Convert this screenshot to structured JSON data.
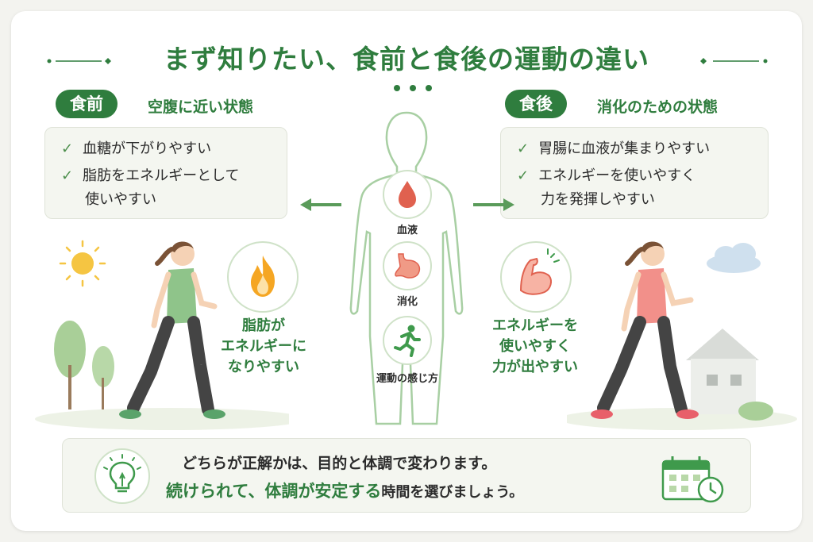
{
  "title": "まず知りたい、食前と食後の運動の違い",
  "before": {
    "tag": "食前",
    "subtitle": "空腹に近い状態",
    "points": [
      "血糖が下がりやすい",
      "脂肪をエネルギーとして",
      "使いやすい"
    ],
    "icon_label": [
      "脂肪が",
      "エネルギーに",
      "なりやすい"
    ],
    "icon": "flame-icon"
  },
  "after": {
    "tag": "食後",
    "subtitle": "消化のための状態",
    "points": [
      "胃腸に血液が集まりやすい",
      "エネルギーを使いやすく",
      "力を発揮しやすい"
    ],
    "icon_label": [
      "エネルギーを",
      "使いやすく",
      "力が出やすい"
    ],
    "icon": "flexed-arm-icon"
  },
  "body": {
    "labels": [
      "血液",
      "消化",
      "運動の感じ方"
    ],
    "icons": [
      "blood-drop-icon",
      "stomach-icon",
      "running-person-icon"
    ]
  },
  "bottom": {
    "line1": "どちらが正解かは、目的と体調で変わります。",
    "line2_a": "続けられて、",
    "line2_b": "体調が安定する",
    "line2_c": "時間を選びましょう。"
  },
  "colors": {
    "primary": "#2f7d3e",
    "light": "#f4f6f0",
    "accent_red": "#e0614f",
    "shirt_before": "#8fc48a",
    "shirt_after": "#f2908a"
  }
}
